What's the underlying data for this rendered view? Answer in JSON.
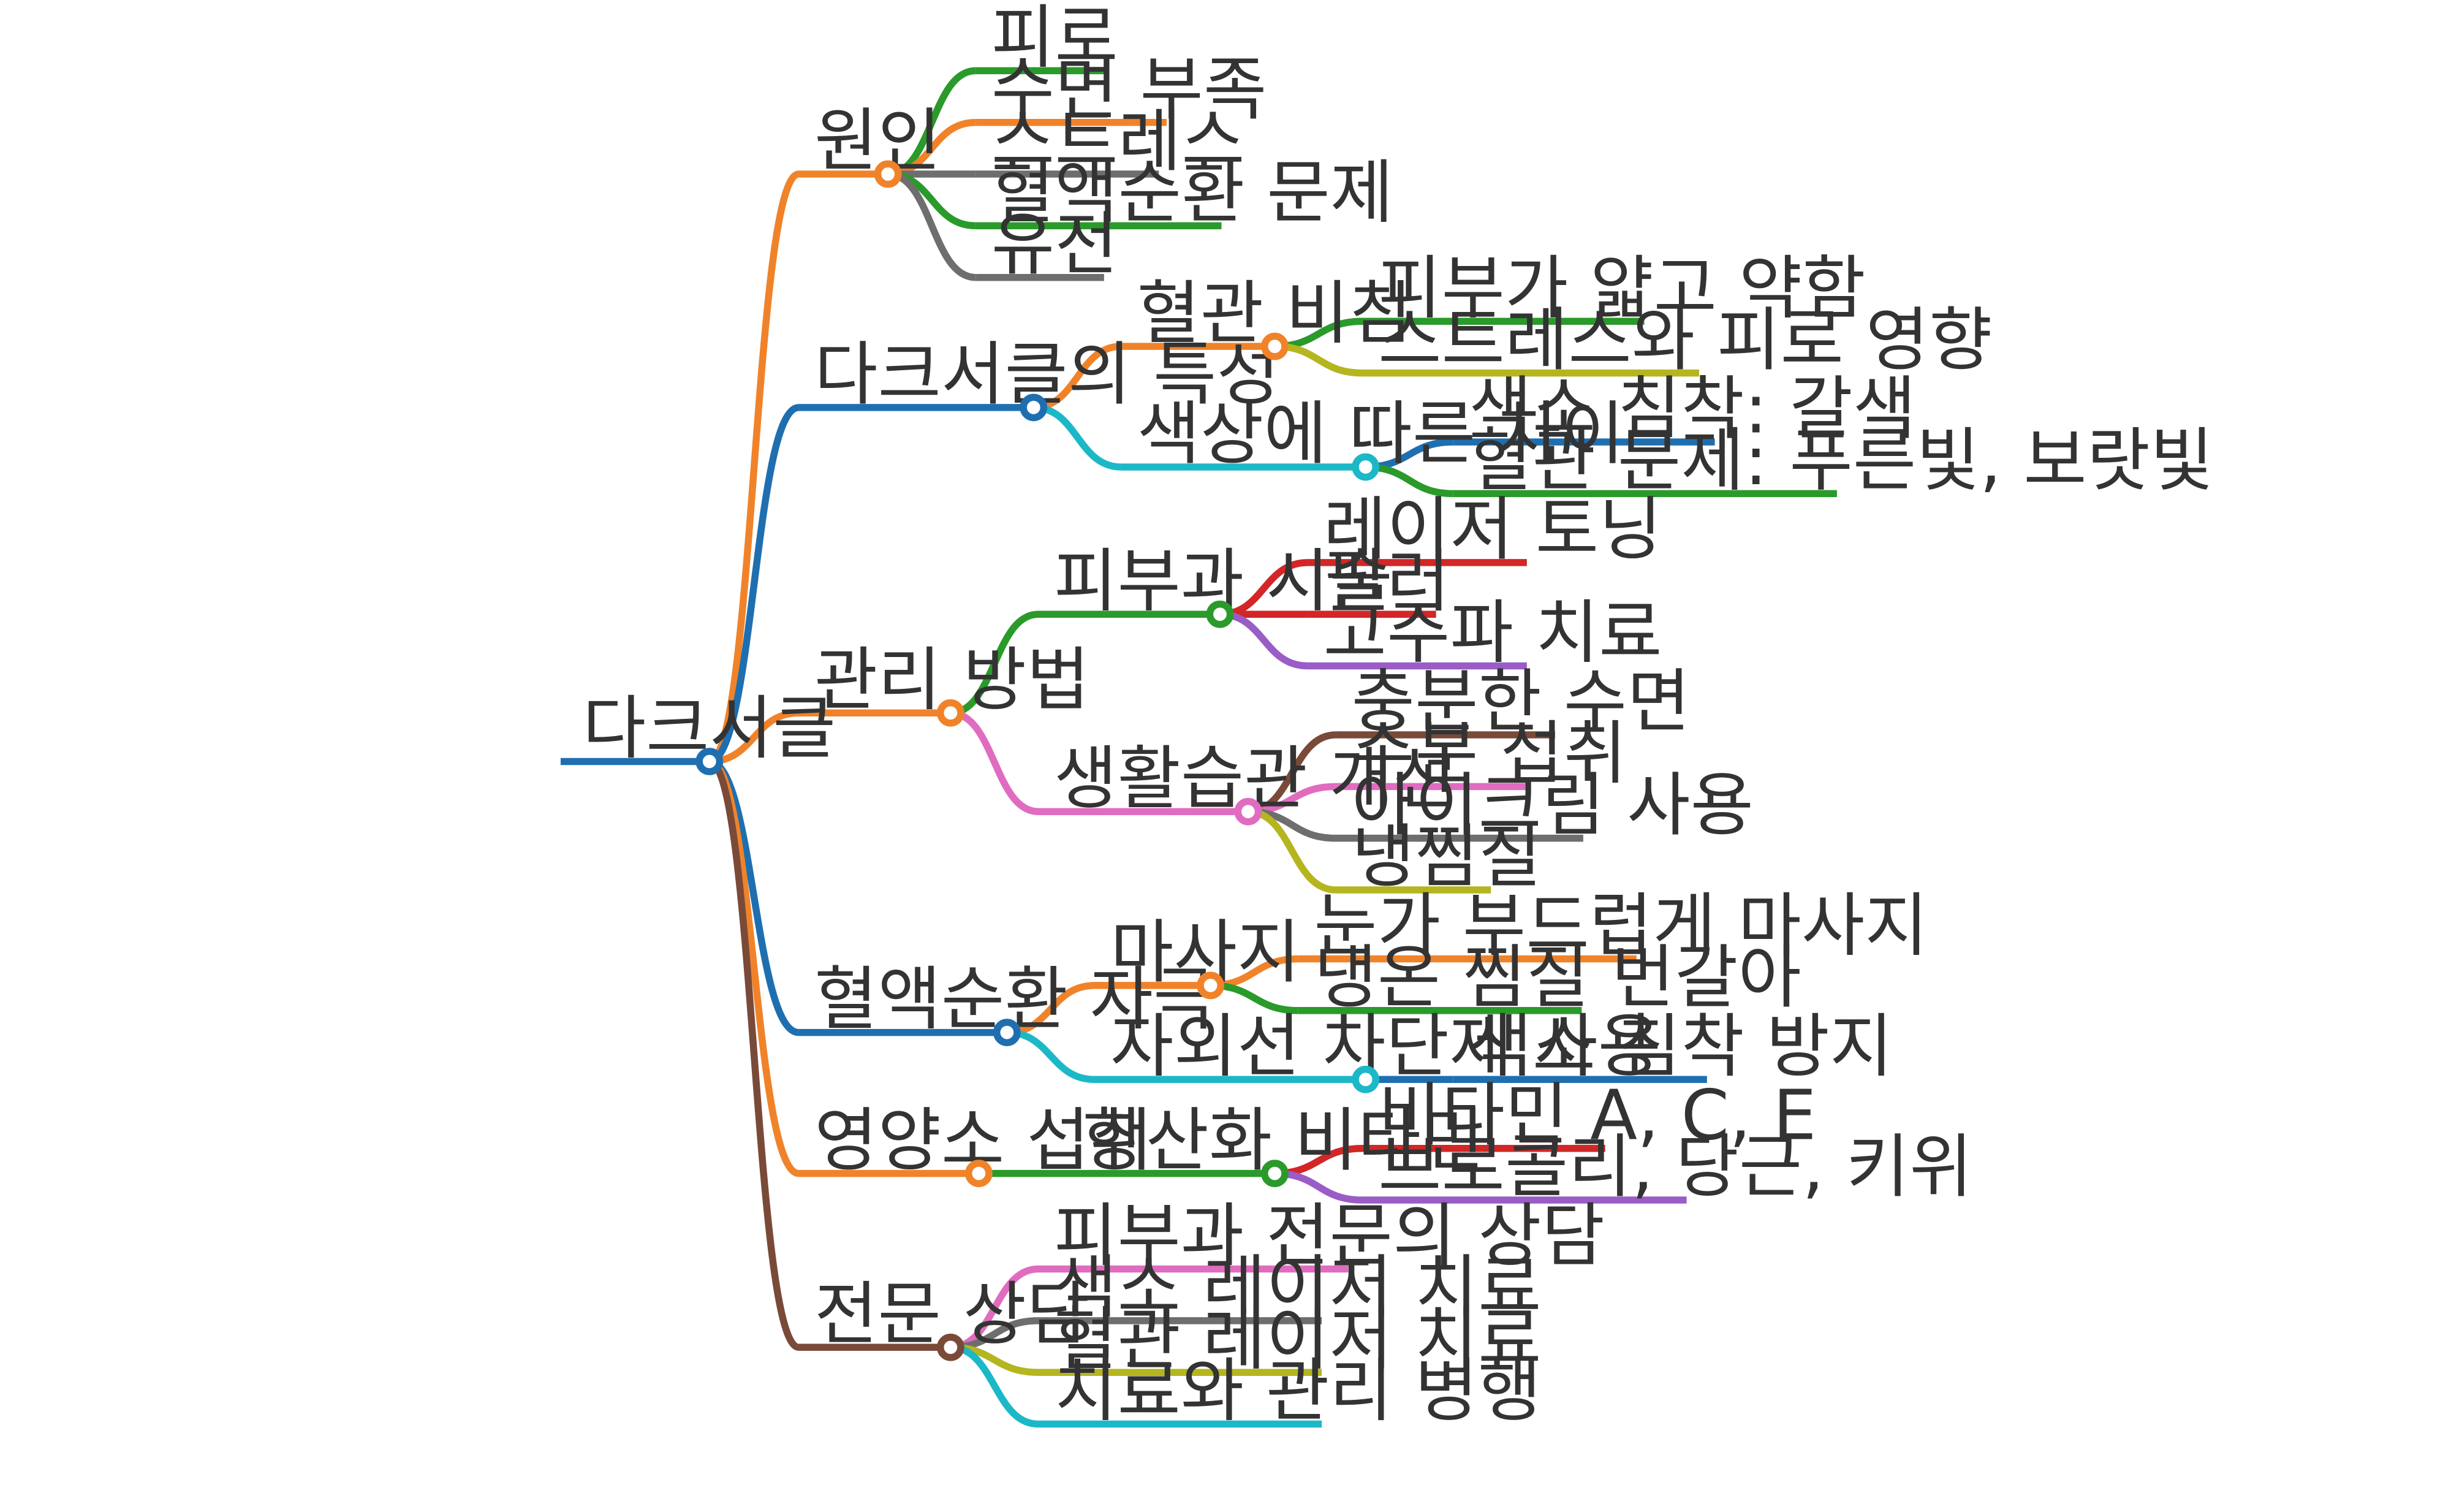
{
  "mindmap": {
    "root": "다크서클",
    "colors": {
      "blue": "#1f6fb0",
      "orange": "#f0832a",
      "green": "#2a9a2a",
      "gray": "#6e6e6e",
      "olive": "#b5b51f",
      "teal": "#1cb8c8",
      "red": "#d32626",
      "purple": "#9a5cc6",
      "pink": "#e06cc0",
      "brown": "#7a4a38"
    },
    "branches": [
      {
        "label": "원인",
        "children": [
          {
            "label": "피로"
          },
          {
            "label": "수면 부족"
          },
          {
            "label": "스트레스"
          },
          {
            "label": "혈액순환 문제"
          },
          {
            "label": "유전"
          }
        ]
      },
      {
        "label": "다크서클의 특성",
        "children": [
          {
            "label": "혈관 비침",
            "children": [
              {
                "label": "피부가 얇고 약함"
              },
              {
                "label": "스트레스와 피로 영향"
              }
            ]
          },
          {
            "label": "색상에 따른 차이",
            "children": [
              {
                "label": "색소 침착: 갈색"
              },
              {
                "label": "혈관 문제: 푸른빛, 보랏빛"
              }
            ]
          }
        ]
      },
      {
        "label": "관리 방법",
        "children": [
          {
            "label": "피부과 시술",
            "children": [
              {
                "label": "레이저 토닝"
              },
              {
                "label": "필러"
              },
              {
                "label": "고주파 치료"
              }
            ]
          },
          {
            "label": "생활습관 개선",
            "children": [
              {
                "label": "충분한 수면"
              },
              {
                "label": "수분 섭취"
              },
              {
                "label": "아이크림 사용"
              },
              {
                "label": "냉찜질"
              }
            ]
          }
        ]
      },
      {
        "label": "혈액순환 자극",
        "children": [
          {
            "label": "마사지",
            "children": [
              {
                "label": "눈가 부드럽게 마사지"
              },
              {
                "label": "냉온 찜질 번갈아"
              }
            ]
          },
          {
            "label": "자외선 차단제 사용",
            "children": [
              {
                "label": "색소 침착 방지"
              }
            ]
          }
        ]
      },
      {
        "label": "영양소 섭취",
        "children": [
          {
            "label": "항산화 비타민",
            "children": [
              {
                "label": "비타민 A, C, E"
              },
              {
                "label": "브로콜리, 당근, 키위"
              }
            ]
          }
        ]
      },
      {
        "label": "전문 상담",
        "children": [
          {
            "label": "피부과 전문의 상담"
          },
          {
            "label": "색소 레이저 치료"
          },
          {
            "label": "혈관 레이저 치료"
          },
          {
            "label": "치료와 관리 병행"
          }
        ]
      }
    ]
  }
}
